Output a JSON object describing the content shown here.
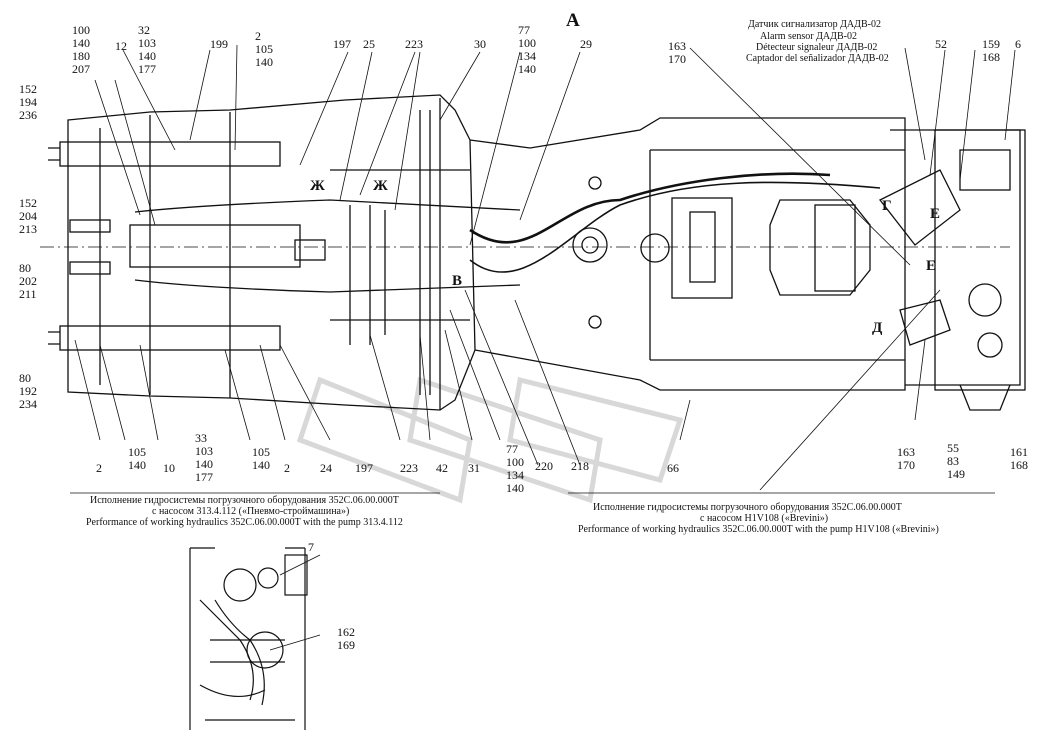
{
  "view_letter": "А",
  "zone_letters": {
    "zh1": "Ж",
    "zh2": "Ж",
    "v": "В",
    "g": "Г",
    "e1": "Е",
    "e2": "Е",
    "d": "Д"
  },
  "sensor_callout": [
    "Датчик сигнализатор ДАДВ-02",
    "Alarm sensor ДАДВ-02",
    "Détecteur signaleur ДАДВ-02",
    "Captador del señalizador ДАДВ-02"
  ],
  "captions": {
    "left": [
      "Исполнение гидросистемы погрузочного оборудования 352С.06.00.000Т",
      "с насосом 313.4.112 («Пневмо-строймашина»)",
      "Performance of working hydraulics 352C.06.00.000T with the pump 313.4.112"
    ],
    "right": [
      "Исполнение гидросистемы погрузочного оборудования 352С.06.00.000Т",
      "с насосом H1V108 («Brevini»)",
      "Performance of working hydraulics 352C.06.00.000T with the pump H1V108 («Brevini»)"
    ]
  },
  "labels": {
    "top": [
      {
        "id": "t100",
        "lines": [
          "100",
          "140",
          "180",
          "207"
        ]
      },
      {
        "id": "t12",
        "lines": [
          "12"
        ]
      },
      {
        "id": "t32",
        "lines": [
          "32",
          "103",
          "140",
          "177"
        ]
      },
      {
        "id": "t199",
        "lines": [
          "199"
        ]
      },
      {
        "id": "t2",
        "lines": [
          "2",
          "105",
          "140"
        ]
      },
      {
        "id": "t197",
        "lines": [
          "197"
        ]
      },
      {
        "id": "t25",
        "lines": [
          "25"
        ]
      },
      {
        "id": "t223",
        "lines": [
          "223"
        ]
      },
      {
        "id": "t30",
        "lines": [
          "30"
        ]
      },
      {
        "id": "t77",
        "lines": [
          "77",
          "100",
          "134",
          "140"
        ]
      },
      {
        "id": "t29",
        "lines": [
          "29"
        ]
      },
      {
        "id": "t163",
        "lines": [
          "163",
          "170"
        ]
      },
      {
        "id": "t52",
        "lines": [
          "52"
        ]
      },
      {
        "id": "t159",
        "lines": [
          "159",
          "168"
        ]
      },
      {
        "id": "t6",
        "lines": [
          "6"
        ]
      }
    ],
    "left": [
      {
        "id": "l152a",
        "lines": [
          "152",
          "194",
          "236"
        ]
      },
      {
        "id": "l152b",
        "lines": [
          "152",
          "204",
          "213"
        ]
      },
      {
        "id": "l80a",
        "lines": [
          "80",
          "202",
          "211"
        ]
      },
      {
        "id": "l80b",
        "lines": [
          "80",
          "192",
          "234"
        ]
      }
    ],
    "bottom": [
      {
        "id": "b2a",
        "lines": [
          "2"
        ]
      },
      {
        "id": "b105a",
        "lines": [
          "105",
          "140"
        ]
      },
      {
        "id": "b10",
        "lines": [
          "10"
        ]
      },
      {
        "id": "b33",
        "lines": [
          "33",
          "103",
          "140",
          "177"
        ]
      },
      {
        "id": "b105b",
        "lines": [
          "105",
          "140"
        ]
      },
      {
        "id": "b2b",
        "lines": [
          "2"
        ]
      },
      {
        "id": "b24",
        "lines": [
          "24"
        ]
      },
      {
        "id": "b197",
        "lines": [
          "197"
        ]
      },
      {
        "id": "b223",
        "lines": [
          "223"
        ]
      },
      {
        "id": "b42",
        "lines": [
          "42"
        ]
      },
      {
        "id": "b31",
        "lines": [
          "31"
        ]
      },
      {
        "id": "b77",
        "lines": [
          "77",
          "100",
          "134",
          "140"
        ]
      },
      {
        "id": "b220",
        "lines": [
          "220"
        ]
      },
      {
        "id": "b218",
        "lines": [
          "218"
        ]
      },
      {
        "id": "b66",
        "lines": [
          "66"
        ]
      },
      {
        "id": "b163",
        "lines": [
          "163",
          "170"
        ]
      },
      {
        "id": "b55",
        "lines": [
          "55",
          "83",
          "149"
        ]
      },
      {
        "id": "b161",
        "lines": [
          "161",
          "168"
        ]
      }
    ],
    "inset": [
      {
        "id": "i7",
        "lines": [
          "7"
        ]
      },
      {
        "id": "i162",
        "lines": [
          "162",
          "169"
        ]
      }
    ]
  }
}
